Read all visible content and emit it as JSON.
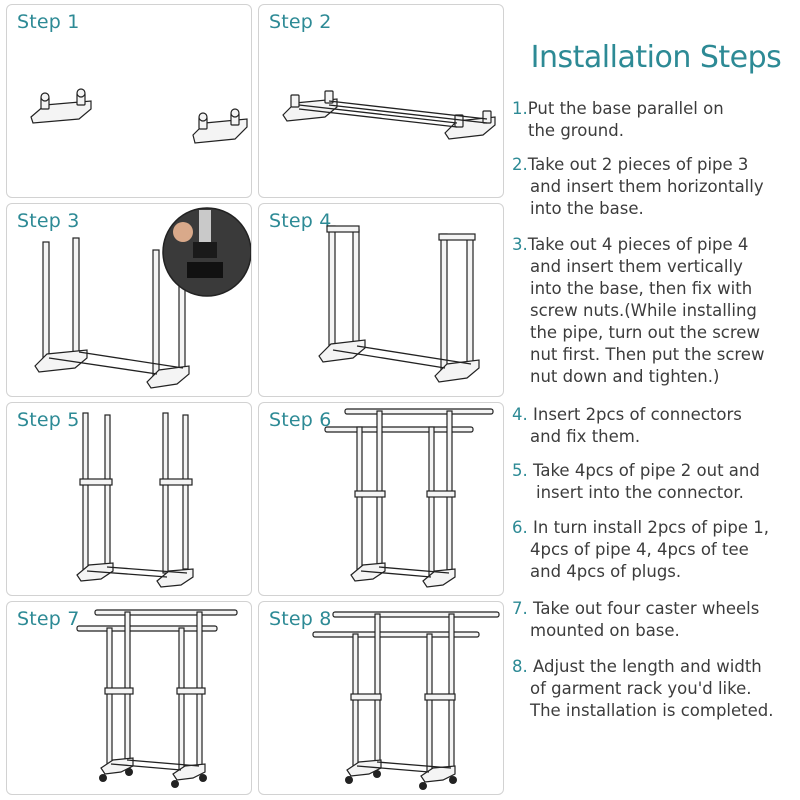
{
  "title": "Installation Steps",
  "panels": [
    {
      "label": "Step 1"
    },
    {
      "label": "Step 2"
    },
    {
      "label": "Step 3"
    },
    {
      "label": "Step 4"
    },
    {
      "label": "Step 5"
    },
    {
      "label": "Step 6"
    },
    {
      "label": "Step 7"
    },
    {
      "label": "Step 8"
    }
  ],
  "instructions": [
    {
      "num": "1.",
      "lines": [
        "Put the base parallel on",
        "the ground."
      ]
    },
    {
      "num": "2.",
      "lines": [
        "Take out 2 pieces of pipe 3",
        "and insert them horizontally",
        "into the base."
      ]
    },
    {
      "num": "3.",
      "lines": [
        "Take out 4 pieces of pipe 4",
        "and insert them vertically",
        "into the base, then fix with",
        "screw nuts.(While installing",
        "the pipe, turn out the screw",
        "nut first. Then put the screw",
        "nut down and tighten.)"
      ]
    },
    {
      "num": "4.",
      "lines": [
        " Insert 2pcs of connectors",
        "and fix them."
      ]
    },
    {
      "num": "5.",
      "lines": [
        " Take 4pcs of pipe 2 out and",
        "insert into the connector."
      ]
    },
    {
      "num": "6.",
      "lines": [
        " In turn install 2pcs of pipe 1,",
        "4pcs of pipe 4, 4pcs of tee",
        "and 4pcs of plugs."
      ]
    },
    {
      "num": "7.",
      "lines": [
        " Take out four caster wheels",
        "mounted on base."
      ]
    },
    {
      "num": "8.",
      "lines": [
        " Adjust the length and width",
        "of garment rack you'd like.",
        "The installation is completed."
      ]
    }
  ]
}
